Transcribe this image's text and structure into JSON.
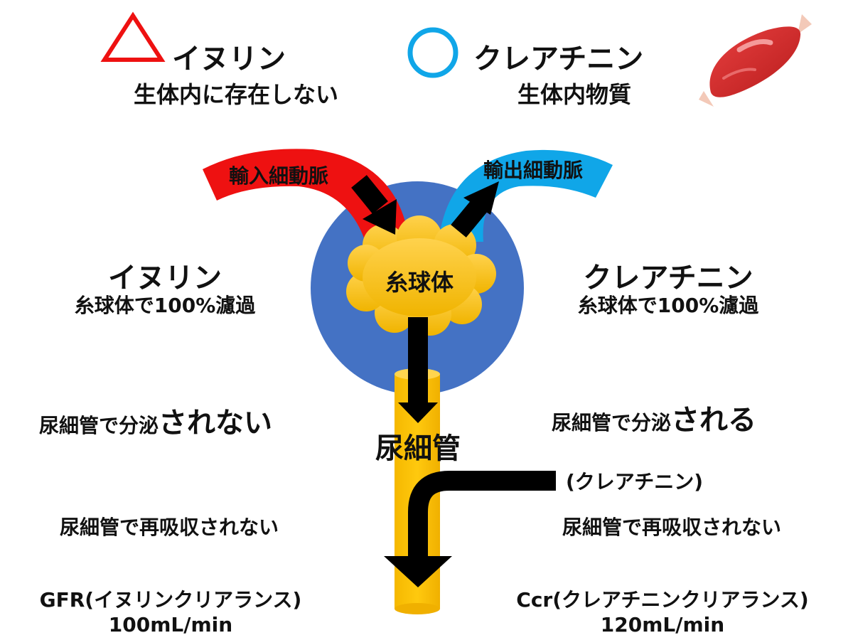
{
  "legend": {
    "inulin": {
      "symbol": "△",
      "name": "イヌリン",
      "desc": "生体内に存在しない"
    },
    "creatinine": {
      "symbol": "○",
      "name": "クレアチニン",
      "desc": "生体内物質"
    },
    "muscle_icon": "muscle-icon"
  },
  "structure": {
    "afferent": "輸入細動脈",
    "efferent": "輸出細動脈",
    "glomerulus": "糸球体",
    "tubule": "尿細管",
    "creatinine_secretion_label": "(クレアチニン)"
  },
  "left": {
    "name": "イヌリン",
    "filtration": "糸球体で100%濾過",
    "secretion_prefix": "尿細管で分泌",
    "secretion_emph": "されない",
    "reabsorption": "尿細管で再吸収されない",
    "clearance_name": "GFR(イヌリンクリアランス)",
    "clearance_value": "100mL/min"
  },
  "right": {
    "name": "クレアチニン",
    "filtration": "糸球体で100%濾過",
    "secretion_prefix": "尿細管で分泌",
    "secretion_emph": "される",
    "reabsorption": "尿細管で再吸収されない",
    "clearance_name": "Ccr(クレアチニンクリアランス)",
    "clearance_value": "120mL/min"
  },
  "colors": {
    "inulin": "#ee1111",
    "creatinine": "#10a6e8",
    "capsule": "#4472c4",
    "glomerulus": "#ffc000",
    "tubule": "#ffc000",
    "arrow": "#000000",
    "muscle": "#d62b2b"
  }
}
